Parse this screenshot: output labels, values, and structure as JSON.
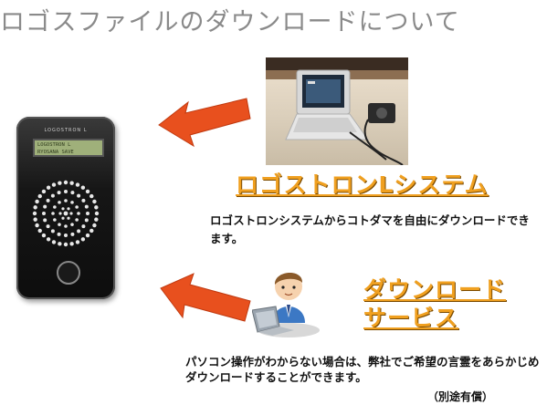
{
  "title": "ロゴスファイルのダウンロードについて",
  "device": {
    "brand": "LOGOSTRON L",
    "screen_line1": "LOGOSTRON L",
    "screen_line2": "RYOSANA SAVE"
  },
  "section1": {
    "heading": "ロゴストロンLシステム",
    "description": "ロゴストロンシステムからコトダマを自由にダウンロードできます。"
  },
  "section2": {
    "heading_line1": "ダウンロード",
    "heading_line2": "サービス",
    "description": "パソコン操作がわからない場合は、弊社でご希望の言霊をあらかじめダウンロードすることができます。",
    "note": "（別途有償）"
  },
  "colors": {
    "heading": "#f0a020",
    "arrow": "#e8501e",
    "title": "#8a8a8a"
  },
  "icons": [
    "logostron-device-icon",
    "laptop-photo-icon",
    "person-with-laptop-icon",
    "arrow-left-icon"
  ]
}
